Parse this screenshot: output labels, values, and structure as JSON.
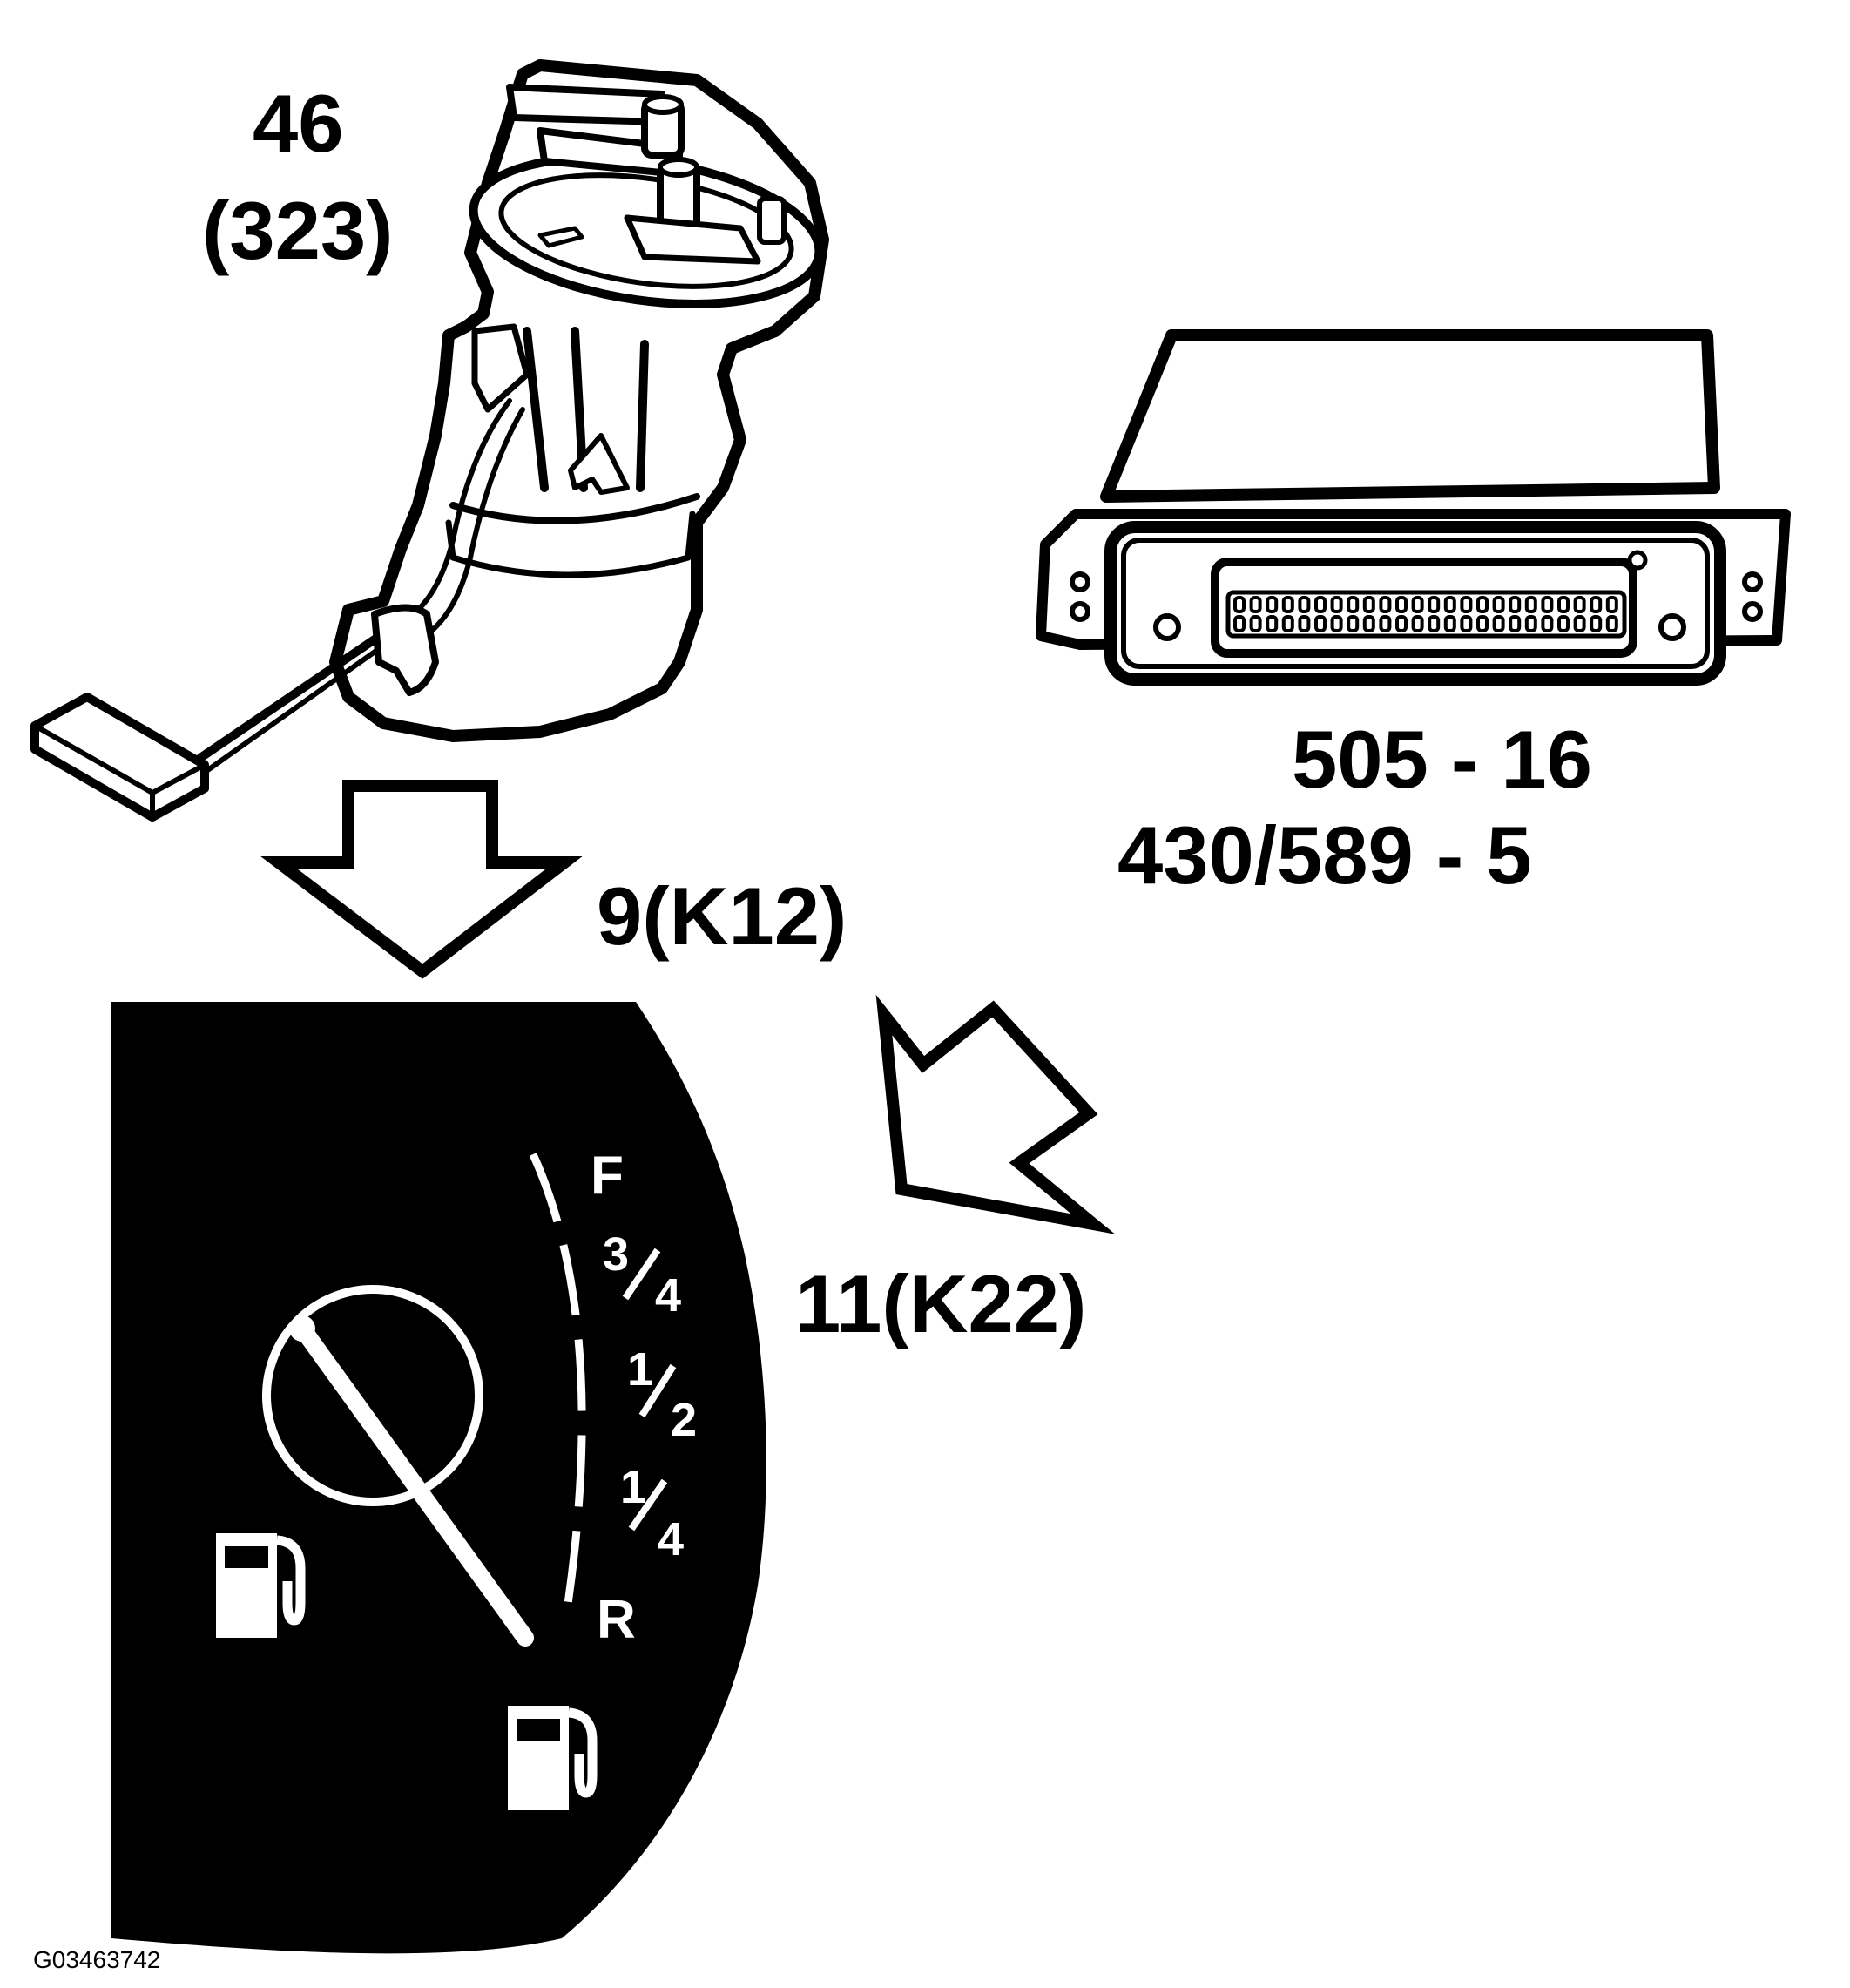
{
  "labels": {
    "fuel_pump": "46",
    "fuel_pump_sub": "(323)",
    "module_top": "505 - 16",
    "module_bottom": "430/589 - 5",
    "circuit_1": "9(K12)",
    "circuit_2": "11(K22)",
    "figure_code": "G03463742"
  },
  "gauge": {
    "full": "F",
    "three_quarter_top": "3",
    "three_quarter_bottom": "4",
    "half_top": "1",
    "half_bottom": "2",
    "quarter_top": "1",
    "quarter_bottom": "4",
    "reserve": "R"
  },
  "colors": {
    "ink": "#000000",
    "paper": "#ffffff"
  }
}
